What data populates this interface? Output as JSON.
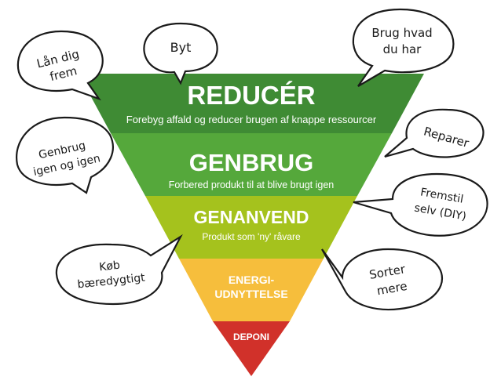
{
  "pyramid": {
    "tiers": [
      {
        "title": "REDUCÉR",
        "subtitle": "Forebyg affald og reducer brugen af knappe ressourcer",
        "color": "#3f8b34"
      },
      {
        "title": "GENBRUG",
        "subtitle": "Forbered produkt til at blive brugt igen",
        "color": "#55a83b"
      },
      {
        "title": "GENANVEND",
        "subtitle": "Produkt som 'ny' råvare",
        "color": "#a5c21d"
      },
      {
        "title_line1": "ENERGI-",
        "title_line2": "UDNYTTELSE",
        "color": "#f6be3c"
      },
      {
        "title": "DEPONI",
        "color": "#d1312a"
      }
    ]
  },
  "bubbles": {
    "laan": {
      "line1": "Lån dig",
      "line2": "frem"
    },
    "byt": {
      "line1": "Byt"
    },
    "brug": {
      "line1": "Brug hvad",
      "line2": "du har"
    },
    "genbrug": {
      "line1": "Genbrug",
      "line2": "igen og igen"
    },
    "reparer": {
      "line1": "Reparer"
    },
    "fremstil": {
      "line1": "Fremstil",
      "line2": "selv (DIY)"
    },
    "koeb": {
      "line1": "Køb",
      "line2": "bæredygtigt"
    },
    "sorter": {
      "line1": "Sorter",
      "line2": "mere"
    }
  }
}
